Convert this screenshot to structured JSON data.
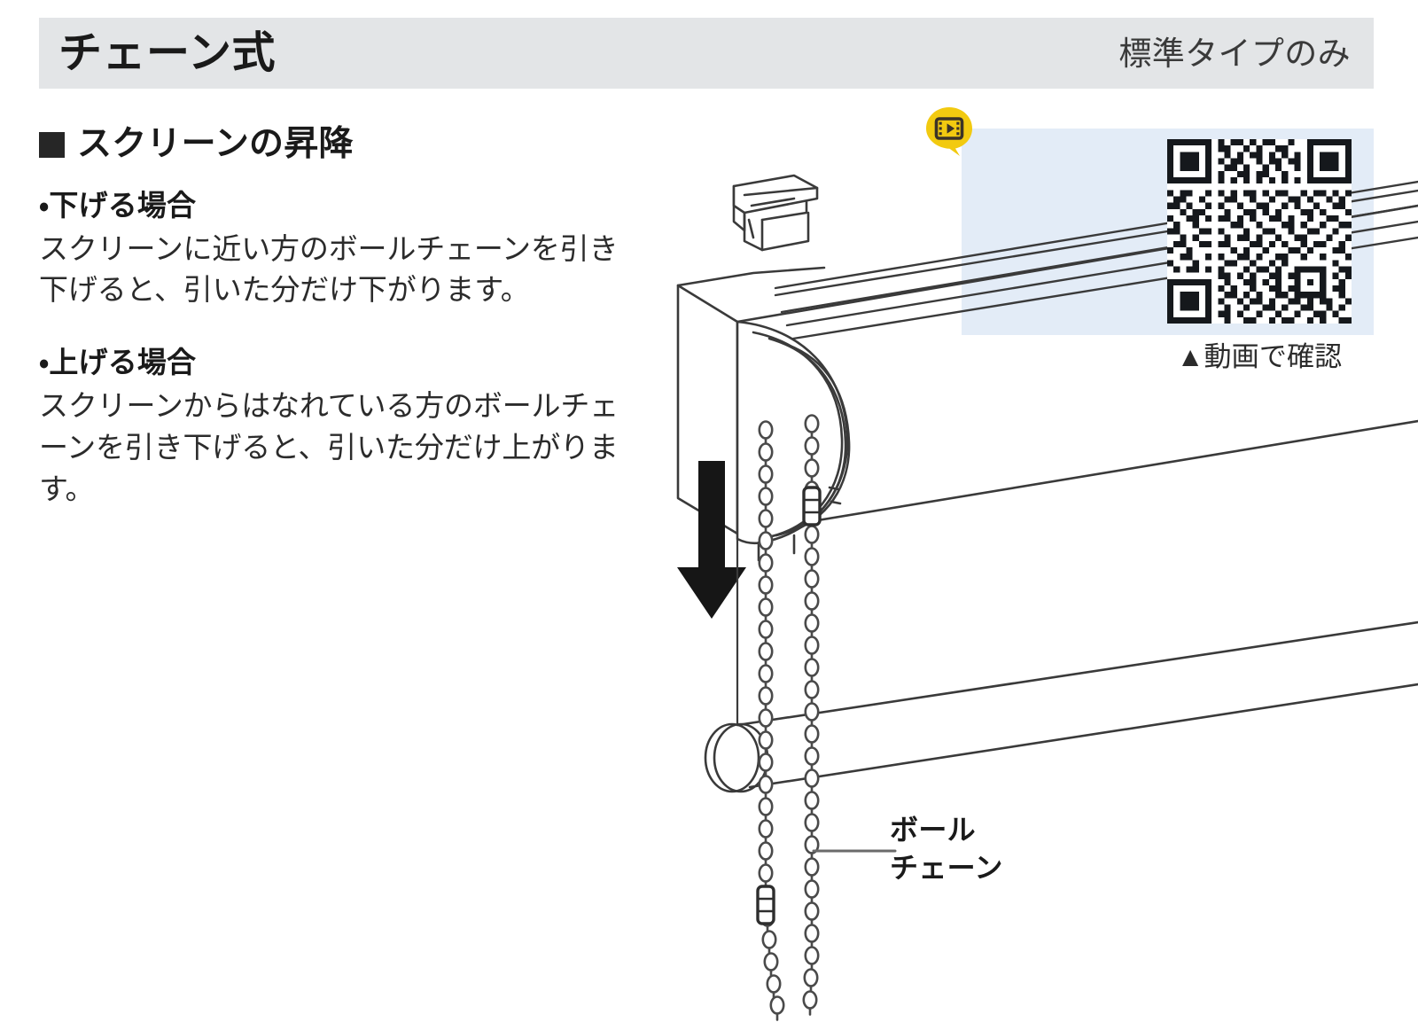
{
  "header": {
    "title": "チェーン式",
    "note": "標準タイプのみ"
  },
  "content": {
    "section_heading": "スクリーンの昇降",
    "blocks": [
      {
        "sub_heading": "・下げる場合",
        "body": "スクリーンに近い方のボールチェーンを引き下げると、引いた分だけ下がります。"
      },
      {
        "sub_heading": "・上げる場合",
        "body": "スクリーンからはなれている方のボールチェーンを引き下げると、引いた分だけ上がります。"
      }
    ]
  },
  "video": {
    "badge_icon": "video-film-icon",
    "qr_icon": "qr-code",
    "caption": "▲動画で確認"
  },
  "illustration": {
    "callout_label_line1": "ボール",
    "callout_label_line2": "チェーン",
    "arrow_icon": "down-arrow-icon",
    "parts": [
      "headrail",
      "mounting-bracket",
      "side-cover",
      "chain-pulley",
      "ball-chain-front",
      "ball-chain-rear",
      "bottom-weight-bar",
      "screen"
    ]
  },
  "colors": {
    "header_bg": "#e3e5e7",
    "panel_bg": "#e3ecf7",
    "badge_yellow": "#f2ca10",
    "badge_dark": "#3b3327",
    "ink": "#1a1a1a",
    "line": "#4a4a4a"
  }
}
